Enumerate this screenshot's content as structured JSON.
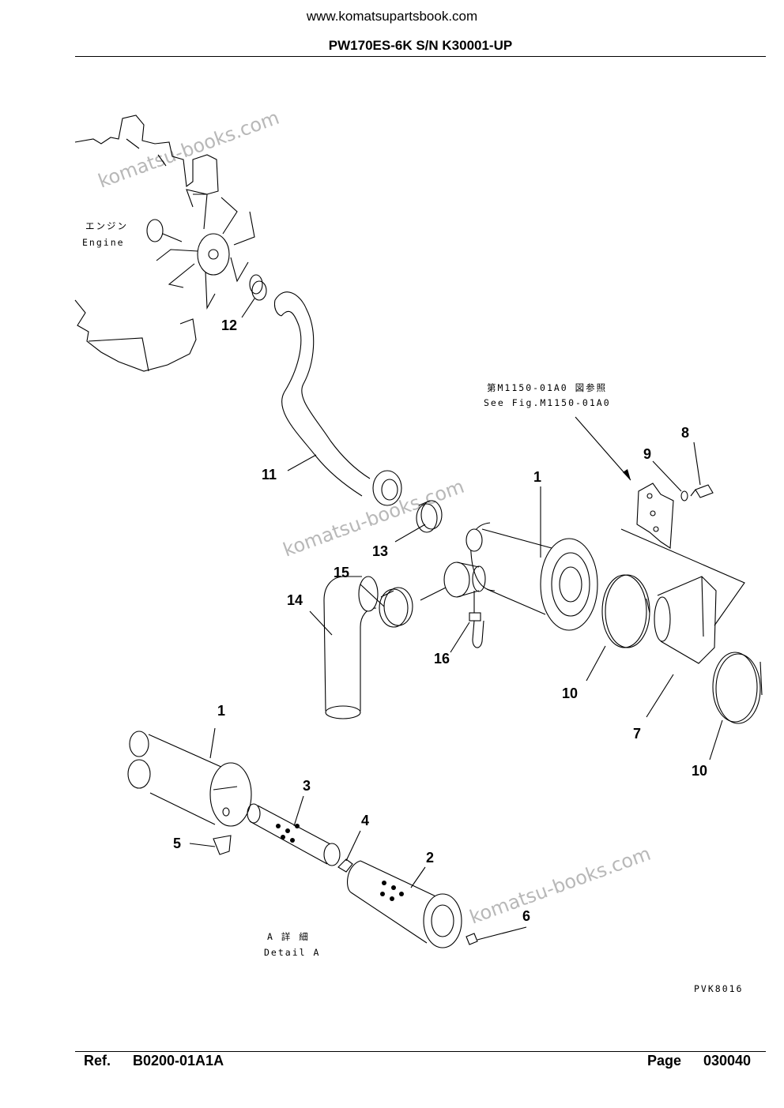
{
  "header": {
    "site_url": "www.komatsupartsbook.com",
    "model": "PW170ES-6K S/N K30001-UP"
  },
  "footer": {
    "ref_label": "Ref.",
    "ref_value": "B0200-01A1A",
    "page_label": "Page",
    "page_value": "030040"
  },
  "notes": {
    "engine_jp": "エンジン",
    "engine_en": "Engine",
    "see_fig_jp": "第M1150-01A0 図参照",
    "see_fig_en": "See Fig.M1150-01A0",
    "detail_jp": "A 詳 細",
    "detail_en": "Detail A",
    "drawing_code": "PVK8016"
  },
  "watermark": "komatsu-books.com",
  "callouts": [
    {
      "id": "c12",
      "label": "12"
    },
    {
      "id": "c11",
      "label": "11"
    },
    {
      "id": "c8",
      "label": "8"
    },
    {
      "id": "c9",
      "label": "9"
    },
    {
      "id": "c1a",
      "label": "1"
    },
    {
      "id": "c13",
      "label": "13"
    },
    {
      "id": "c15",
      "label": "15"
    },
    {
      "id": "c14",
      "label": "14"
    },
    {
      "id": "c16",
      "label": "16"
    },
    {
      "id": "c10a",
      "label": "10"
    },
    {
      "id": "c7",
      "label": "7"
    },
    {
      "id": "c10b",
      "label": "10"
    },
    {
      "id": "c1b",
      "label": "1"
    },
    {
      "id": "c3",
      "label": "3"
    },
    {
      "id": "c4",
      "label": "4"
    },
    {
      "id": "c5",
      "label": "5"
    },
    {
      "id": "c2",
      "label": "2"
    },
    {
      "id": "c6",
      "label": "6"
    }
  ]
}
